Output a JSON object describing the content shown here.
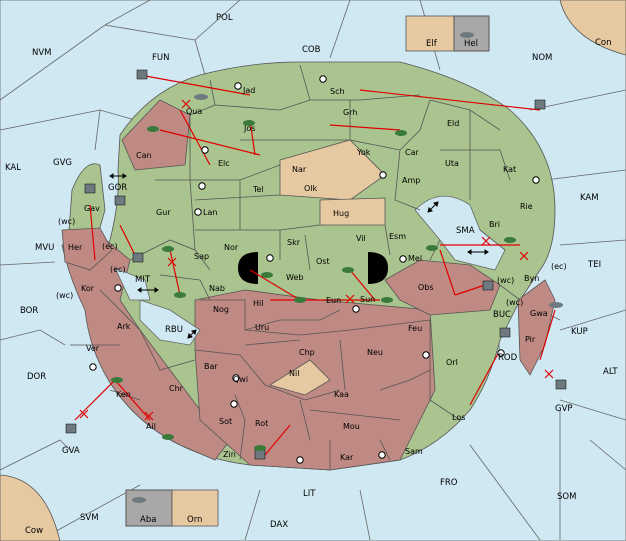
{
  "colors": {
    "sea": "#cfe8f2",
    "land_green": "#a9c48e",
    "land_red": "#c08a84",
    "land_tan": "#e6c9a0",
    "order_red": "#e00000",
    "unit_green": "#3a7a3a",
    "unit_grey": "#6e7a80"
  },
  "icons": {
    "fleet": "fleet-icon",
    "army": "army-icon",
    "supply": "supply-center-icon",
    "order": "move-arrow-icon",
    "failed": "failed-order-x-icon"
  },
  "sea_labels": [
    "POL",
    "COB",
    "FUN",
    "NVM",
    "NOM",
    "Con",
    "KAL",
    "GVG",
    "GOR",
    "MVU",
    "KAM",
    "SMA",
    "TEI",
    "MIT",
    "BOR",
    "RBU",
    "BUC",
    "KUP",
    "DOR",
    "ROD",
    "ALT",
    "GVP",
    "GVA",
    "FRO",
    "SOM",
    "LIT",
    "SVM",
    "DAX",
    "Cow"
  ],
  "land_labels": [
    "Jad",
    "Sch",
    "Qua",
    "Jos",
    "Grh",
    "Can",
    "Elc",
    "Yok",
    "Car",
    "Eld",
    "Nar",
    "Olk",
    "Amp",
    "Uta",
    "Kat",
    "Gur",
    "Tel",
    "Hug",
    "Rie",
    "Lan",
    "Vil",
    "Esm",
    "Bri",
    "Nor",
    "Skr",
    "Ost",
    "Mel",
    "Sap",
    "Web",
    "Byn",
    "Gav",
    "Her",
    "Kor",
    "Nab",
    "Hil",
    "Eun",
    "Sun",
    "Obs",
    "Gwa",
    "Ark",
    "Nog",
    "Uru",
    "Feu",
    "Pir",
    "Ver",
    "Bar",
    "Chp",
    "Neu",
    "Orl",
    "Qwi",
    "Nil",
    "Kaa",
    "Chr",
    "Ken",
    "Sot",
    "Rot",
    "Mou",
    "Los",
    "Ail",
    "Zin",
    "Kar",
    "Sam"
  ],
  "coast_labels": [
    "(wc)",
    "(ec)",
    "(ec)",
    "(wc)",
    "(wc)",
    "(ec)",
    "(wc)"
  ],
  "boxes": [
    {
      "label": "Elf",
      "name": "elf-box"
    },
    {
      "label": "Hel",
      "name": "hel-box"
    },
    {
      "label": "Aba",
      "name": "aba-box"
    },
    {
      "label": "Orn",
      "name": "orn-box"
    }
  ]
}
